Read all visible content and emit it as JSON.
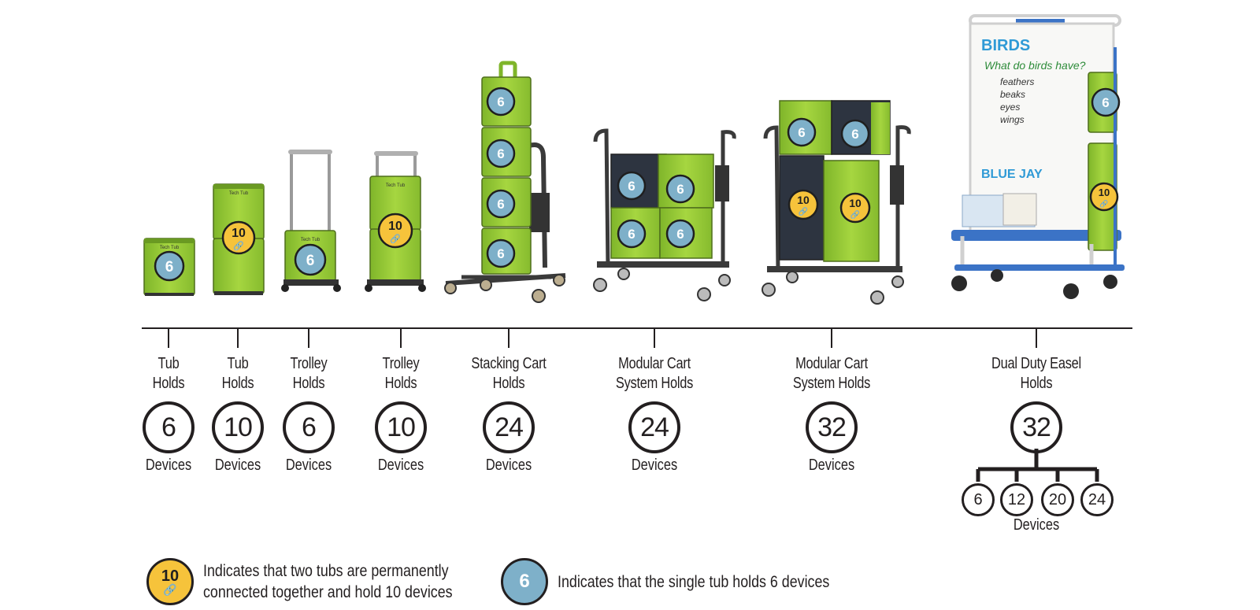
{
  "columns": [
    {
      "line1": "Tub",
      "line2": "Holds",
      "count": "6",
      "devices": "Devices"
    },
    {
      "line1": "Tub",
      "line2": "Holds",
      "count": "10",
      "devices": "Devices"
    },
    {
      "line1": "Trolley",
      "line2": "Holds",
      "count": "6",
      "devices": "Devices"
    },
    {
      "line1": "Trolley",
      "line2": "Holds",
      "count": "10",
      "devices": "Devices"
    },
    {
      "line1": "Stacking Cart",
      "line2": "Holds",
      "count": "24",
      "devices": "Devices"
    },
    {
      "line1": "Modular Cart",
      "line2": "System Holds",
      "count": "24",
      "devices": "Devices"
    },
    {
      "line1": "Modular Cart",
      "line2": "System Holds",
      "count": "32",
      "devices": "Devices"
    },
    {
      "line1": "Dual Duty Easel",
      "line2": "Holds",
      "count": "32",
      "devices": ""
    }
  ],
  "easel_options": [
    "6",
    "12",
    "20",
    "24"
  ],
  "easel_devices": "Devices",
  "whiteboard": {
    "title": "BIRDS",
    "question": "What do birds have?",
    "items": [
      "feathers",
      "beaks",
      "eyes",
      "wings"
    ],
    "footer": "BLUE JAY"
  },
  "tub_label": "Tech Tub",
  "legend": [
    {
      "badge": "10",
      "type": "linked",
      "line1": "Indicates that two tubs are permanently",
      "line2": "connected together and hold 10 devices"
    },
    {
      "badge": "6",
      "type": "single",
      "line1": "Indicates that the single tub holds 6 devices",
      "line2": ""
    }
  ],
  "colors": {
    "tub_green": "#9ccf3a",
    "badge_blue": "#7eb0c9",
    "badge_yellow": "#f6c33b",
    "frame_dark": "#3a3a3a",
    "easel_blue": "#3b73c6",
    "ink": "#231f20"
  },
  "icons": {
    "link": "chain-link-icon"
  }
}
